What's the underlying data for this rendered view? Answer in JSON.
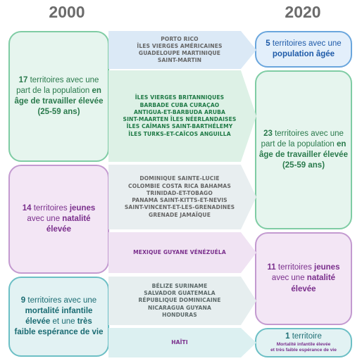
{
  "years": {
    "left": "2000",
    "right": "2020"
  },
  "left_boxes": [
    {
      "count": "17",
      "text_before": " territoires avec une part de la population ",
      "bold": "en âge de travailler élevée",
      "text_after": " (25-59 ans)"
    },
    {
      "count": "14",
      "text_before": " territoires ",
      "bold1": "jeunes",
      "text_mid": " avec une ",
      "bold2": "natalité élevée"
    },
    {
      "count": "9",
      "text_before": " territoires avec une ",
      "bold1": "mortalité infantile élevée",
      "text_mid": " et une ",
      "bold2": "très faible espérance de vie"
    }
  ],
  "right_boxes": [
    {
      "count": "5",
      "text_before": " territoires avec une ",
      "bold": "population âgée"
    },
    {
      "count": "23",
      "text_before": " territoires avec une part de la population ",
      "bold": "en âge de travailler élevée",
      "text_after": " (25-59 ans)"
    },
    {
      "count": "11",
      "text_before": " territoires ",
      "bold1": "jeunes",
      "text_mid": " avec une ",
      "bold2": "natalité élevée"
    },
    {
      "count": "1",
      "text_before": " territoire",
      "small1": "Mortalité infantile élevée",
      "small2": "et très faible espérance de vie"
    }
  ],
  "flows": [
    {
      "lines": [
        "PORTO RICO",
        "ÎLES VIERGES AMÉRICAINES",
        "GUADELOUPE  MARTINIQUE",
        "SAINT-MARTIN"
      ]
    },
    {
      "lines": [
        "ÎLES VIERGES BRITANNIQUES",
        "BARBADE   CUBA  CURAÇAO",
        "ANTIGUA-ET-BARBUDA     ARUBA",
        "SINT-MAARTEN   ÎLES NÉERLANDAISES",
        "ÎLES CAÏMANS   SAINT-BARTHÉLEMY",
        "ÎLES TURKS-ET-CAÏCOS     ANGUILLA"
      ]
    },
    {
      "lines": [
        "DOMINIQUE  SAINTE-LUCIE",
        "COLOMBIE   COSTA RICA  BAHAMAS",
        "TRINIDAD-ET-TOBAGO",
        "PANAMA     SAINT-KITTS-ET-NEVIS",
        "SAINT-VINCENT-ET-LES-GRENADINES",
        "GRENADE    JAMAÏQUE"
      ]
    },
    {
      "lines": [
        "MEXIQUE   GUYANE  VÉNÉZUÉLA"
      ]
    },
    {
      "lines": [
        "BÉLIZE   SURINAME",
        "SALVADOR     GUATEMALA",
        "RÉPUBLIQUE DOMINICAINE",
        "NICARAGUA    GUYANA",
        "HONDURAS"
      ]
    },
    {
      "lines": [
        "HAÏTI"
      ]
    }
  ],
  "colors": {
    "green": "#e6f5ee",
    "purple": "#f3e6f5",
    "teal": "#e2f2f3",
    "blue": "#e3effb"
  }
}
